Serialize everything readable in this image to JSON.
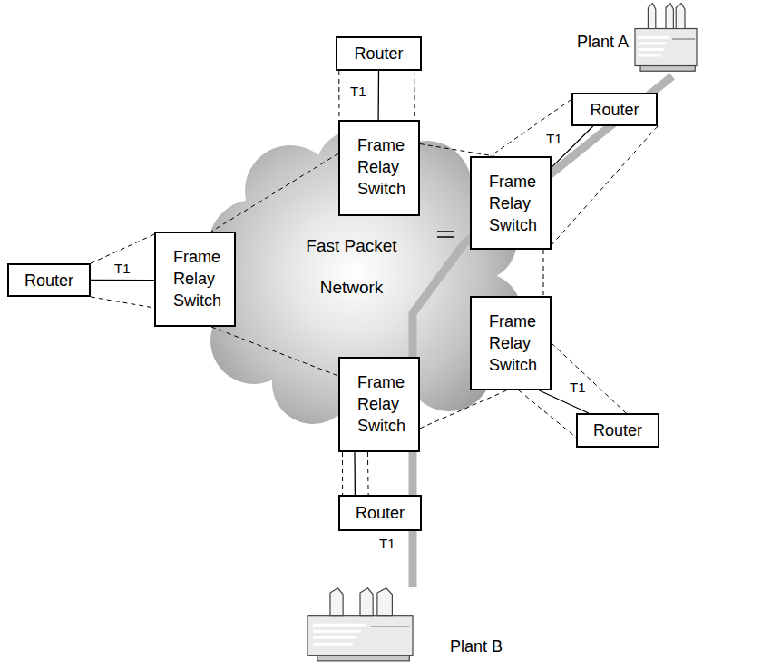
{
  "diagram": {
    "nodes": [
      {
        "text": [
          "Router"
        ]
      },
      {
        "text": [
          "Plant A"
        ]
      },
      {
        "text": [
          "Router"
        ]
      },
      {
        "text": [
          "Frame Relay Switch"
        ]
      },
      {
        "text": [
          "Frame Relay Switch"
        ]
      },
      {
        "text": [
          "Fast Packet Network"
        ]
      },
      {
        "text": [
          "Router"
        ]
      },
      {
        "text": [
          "Frame Relay Switch"
        ]
      },
      {
        "text": [
          "Frame Relay Switch"
        ]
      },
      {
        "text": [
          "Frame Relay Switch"
        ]
      },
      {
        "text": [
          "Router"
        ]
      },
      {
        "text": [
          "Router"
        ]
      },
      {
        "text": [
          "Plant B"
        ]
      }
    ],
    "edges": [
      {
        "from": 0,
        "to": 3,
        "arrow": "none",
        "label": "T1"
      },
      {
        "from": 0,
        "to": 3,
        "arrow": "none"
      },
      {
        "from": 0,
        "to": 3,
        "arrow": "none"
      },
      {
        "from": 2,
        "to": 4,
        "arrow": "none",
        "label": "T1"
      },
      {
        "from": 2,
        "to": 4,
        "arrow": "none"
      },
      {
        "from": 2,
        "to": 4,
        "arrow": "none"
      },
      {
        "from": 6,
        "to": 7,
        "arrow": "none",
        "label": "T1"
      },
      {
        "from": 6,
        "to": 7,
        "arrow": "none"
      },
      {
        "from": 6,
        "to": 7,
        "arrow": "none"
      },
      {
        "from": 8,
        "to": 10,
        "arrow": "none",
        "label": "T1"
      },
      {
        "from": 8,
        "to": 10,
        "arrow": "none"
      },
      {
        "from": 8,
        "to": 10,
        "arrow": "none"
      },
      {
        "from": 9,
        "to": 11,
        "arrow": "none"
      },
      {
        "from": 9,
        "to": 11,
        "arrow": "none"
      },
      {
        "from": 9,
        "to": 11,
        "arrow": "none"
      },
      {
        "from": 3,
        "to": 4,
        "arrow": "none"
      },
      {
        "from": 3,
        "to": 7,
        "arrow": "none"
      },
      {
        "from": 7,
        "to": 9,
        "arrow": "none"
      },
      {
        "from": 9,
        "to": 8,
        "arrow": "none"
      },
      {
        "from": 4,
        "to": 8,
        "arrow": "none"
      },
      {
        "from": 1,
        "to": 12,
        "arrow": "none",
        "label": "T1"
      }
    ]
  }
}
